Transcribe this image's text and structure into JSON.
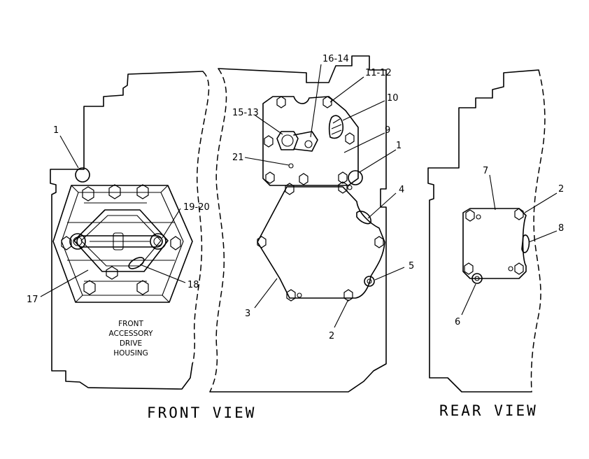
{
  "views": {
    "front_caption": "FRONT VIEW",
    "rear_caption": "REAR VIEW"
  },
  "housing_label": [
    "FRONT",
    "ACCESSORY",
    "DRIVE",
    "HOUSING"
  ],
  "callouts": {
    "c1_left": "1",
    "c19_20": "19-20",
    "c17": "17",
    "c18": "18",
    "c16_14": "16-14",
    "c11_12": "11-12",
    "c10": "10",
    "c15_13": "15-13",
    "c9": "9",
    "c1_mid": "1",
    "c21": "21",
    "c4": "4",
    "c5": "5",
    "c3": "3",
    "c2_mid": "2",
    "c7": "7",
    "c2_rear": "2",
    "c8": "8",
    "c6": "6"
  }
}
